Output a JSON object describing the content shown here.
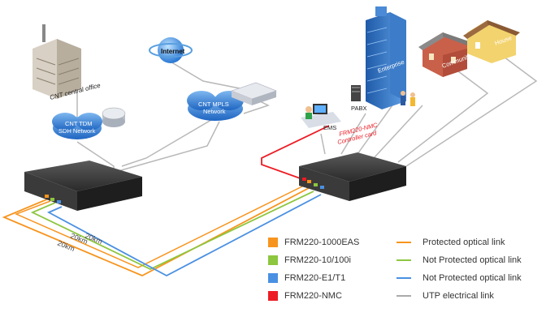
{
  "labels": {
    "central_office": "CNT central office",
    "internet": "Internet",
    "tdm_network_line1": "CNT TDM",
    "tdm_network_line2": "SDH Network",
    "mpls_network_line1": "CNT MPLS",
    "mpls_network_line2": "Network",
    "enterprise": "Enterprise",
    "community": "Community",
    "house": "House",
    "pabx": "PABX",
    "ems": "EMS",
    "nmc_line1": "FRM220-NMC",
    "nmc_line2": "Controller card",
    "distance_1": "20km",
    "distance_2": "20km",
    "distance_3": "20km"
  },
  "legend": {
    "cards": [
      {
        "label": "FRM220-1000EAS",
        "color": "#f7941d"
      },
      {
        "label": "FRM220-10/100i",
        "color": "#8dc63f"
      },
      {
        "label": "FRM220-E1/T1",
        "color": "#4a90e2"
      },
      {
        "label": "FRM220-NMC",
        "color": "#ed1c24"
      }
    ],
    "links": [
      {
        "label": "Protected optical link",
        "color": "#f7941d"
      },
      {
        "label": "Not Protected optical link",
        "color": "#8dc63f"
      },
      {
        "label": "Not Protected optical link",
        "color": "#4a90e2"
      },
      {
        "label": "UTP electrical link",
        "color": "#aaaaaa"
      }
    ]
  },
  "colors": {
    "orange": "#f7941d",
    "green": "#8dc63f",
    "blue": "#4a90e2",
    "red": "#ed1c24",
    "gray": "#b0b0b0",
    "cloud": "#2f7fd8"
  }
}
